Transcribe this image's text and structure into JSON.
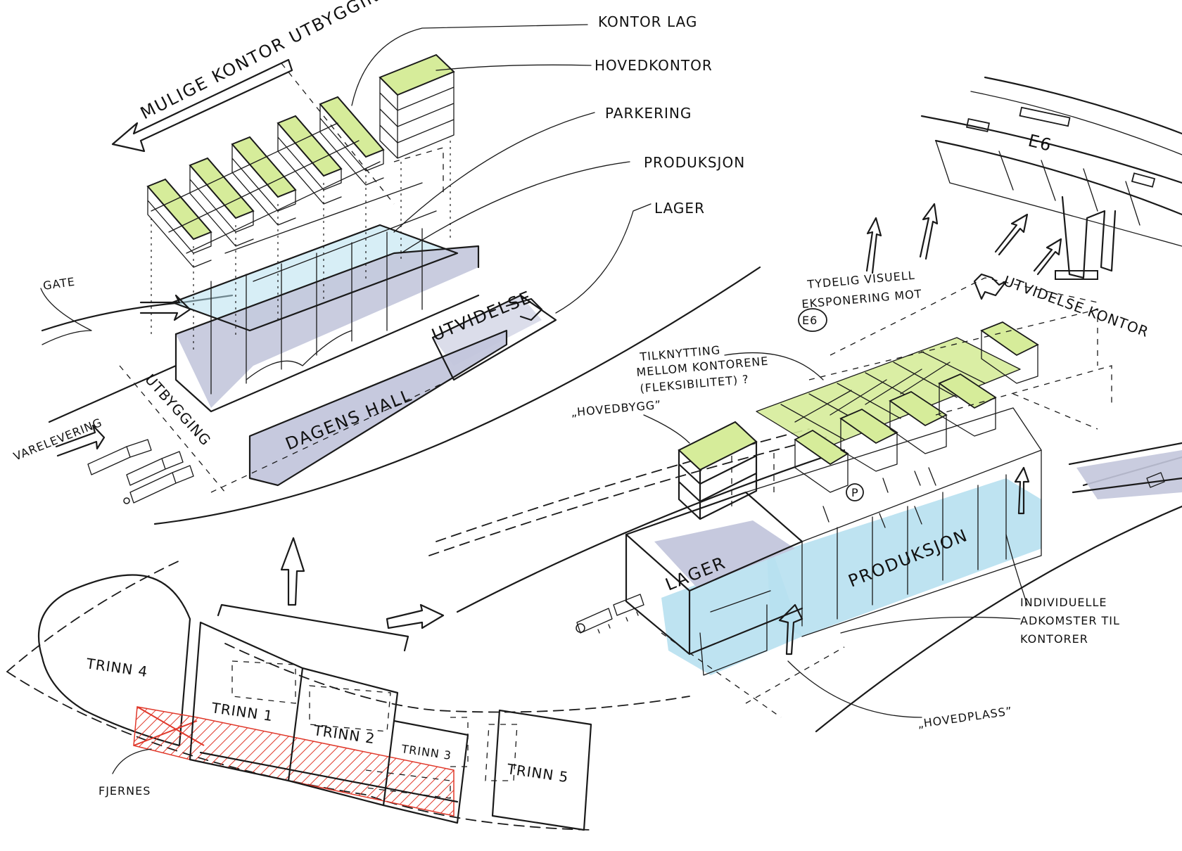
{
  "colors": {
    "green": "#d6ec9a",
    "blue": "#b7e0ef",
    "lavender": "#c3c6dc",
    "red": "#e0382a",
    "ink": "#1a1a1a"
  },
  "labels": {
    "kontor_lag": "KONTOR LAG",
    "hovedkontor": "HOVEDKONTOR",
    "parkering": "PARKERING",
    "produksjon_top": "PRODUKSJON",
    "lager_top": "LAGER",
    "mulige_kontor_utbygging": "MULIGE KONTOR UTBYGGING",
    "gate": "GATE",
    "utvidelse": "UTVIDELSE",
    "dagens_hall": "DAGENS HALL",
    "utbygging": "UTBYGGING",
    "vareleveiring": "VARELEVERING",
    "e6": "E6",
    "tydelig_line1": "TYDELIG VISUELL",
    "tydelig_line2": "EKSPONERING MOT",
    "e6_circle": "E6",
    "utvidelse_kontor": "UTVIDELSE KONTOR",
    "tilknytting_line1": "TILKNYTTING",
    "tilknytting_line2": "MELLOM KONTORENE",
    "tilknytting_line3": "(FLEKSIBILITET) ?",
    "hovedbygg": "„HOVEDBYGG”",
    "lager_bottom": "LAGER",
    "produksjon_bottom": "PRODUKSJON",
    "individuelle_line1": "INDIVIDUELLE",
    "individuelle_line2": "ADKOMSTER TIL",
    "individuelle_line3": "KONTORER",
    "hovedplass": "„HOVEDPLASS”",
    "trinn4": "TRINN 4",
    "trinn1": "TRINN 1",
    "trinn2": "TRINN 2",
    "trinn3": "TRINN 3",
    "trinn5": "TRINN 5",
    "fjernes": "FJERNES"
  },
  "icons": {
    "up_arrow": "up-arrow-icon",
    "right_arrow": "right-arrow-icon",
    "p_symbol": "parking-icon"
  }
}
